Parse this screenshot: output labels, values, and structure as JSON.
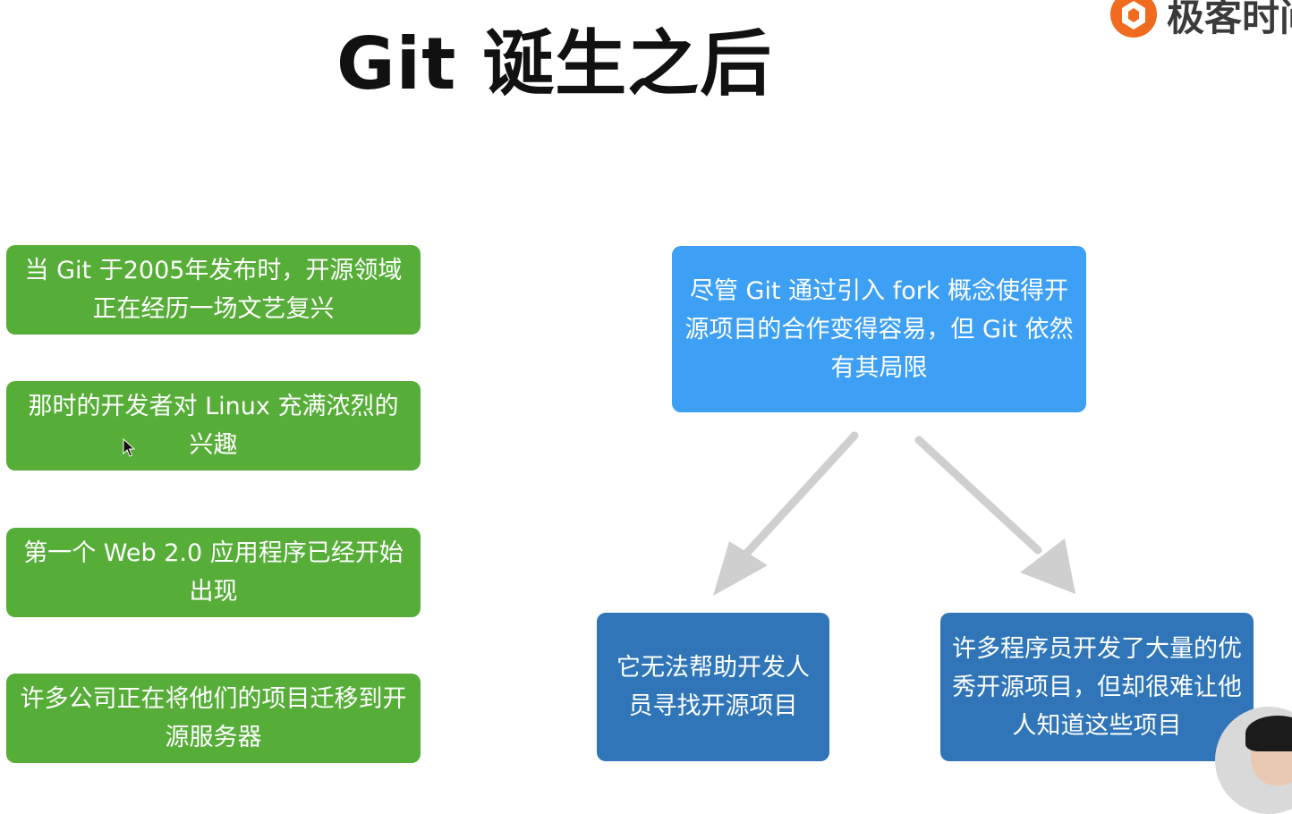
{
  "slide": {
    "title": "Git 诞生之后"
  },
  "logo": {
    "text": "极客时间"
  },
  "left_boxes": [
    "当 Git 于2005年发布时，开源领域正在经历一场文艺复兴",
    "那时的开发者对 Linux 充满浓烈的兴趣",
    "第一个 Web 2.0 应用程序已经开始出现",
    "许多公司正在将他们的项目迁移到开源服务器"
  ],
  "diagram": {
    "root": "尽管 Git 通过引入 fork 概念使得开源项目的合作变得容易，但 Git 依然有其局限",
    "leaf_left": "它无法帮助开发人员寻找开源项目",
    "leaf_right": "许多程序员开发了大量的优秀开源项目，但却很难让他人知道这些项目"
  },
  "colors": {
    "green_box": "#56ad38",
    "root_box": "#3da0f5",
    "leaf_box": "#2f75b8",
    "arrow": "#cfcfcf",
    "logo_accent": "#f06a1f"
  },
  "icons": {
    "logo": "geektime-logo-icon",
    "cursor": "mouse-pointer-icon",
    "presenter": "presenter-avatar"
  }
}
